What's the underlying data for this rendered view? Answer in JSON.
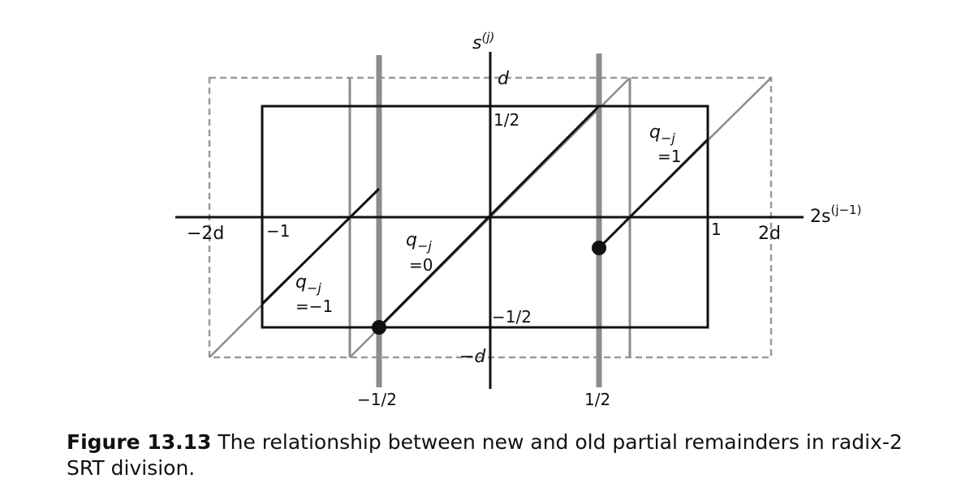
{
  "axes": {
    "y_axis_label": "s",
    "y_axis_sup": "(j)",
    "x_axis_label": "2s",
    "x_axis_sup": "(j−1)"
  },
  "ticks": {
    "y_d": "d",
    "y_half": "1/2",
    "y_neg_half": "−1/2",
    "y_neg_d": "−d",
    "x_neg_2d": "−2d",
    "x_neg_1": "−1",
    "x_pos_1": "1",
    "x_pos_2d": "2d",
    "x_neg_half": "−1/2",
    "x_pos_half": "1/2"
  },
  "regions": [
    {
      "q": "q",
      "sub": "−j",
      "value": "=1"
    },
    {
      "q": "q",
      "sub": "−j",
      "value": "=0"
    },
    {
      "q": "q",
      "sub": "−j",
      "value": "=−1"
    }
  ],
  "colors": {
    "black": "#111111",
    "gray": "#8c8c8c",
    "dashed_gray": "#9a9a9a"
  },
  "caption": {
    "number": "Figure 13.13",
    "text": "The relationship between new and old partial remainders in radix-2 SRT division."
  }
}
